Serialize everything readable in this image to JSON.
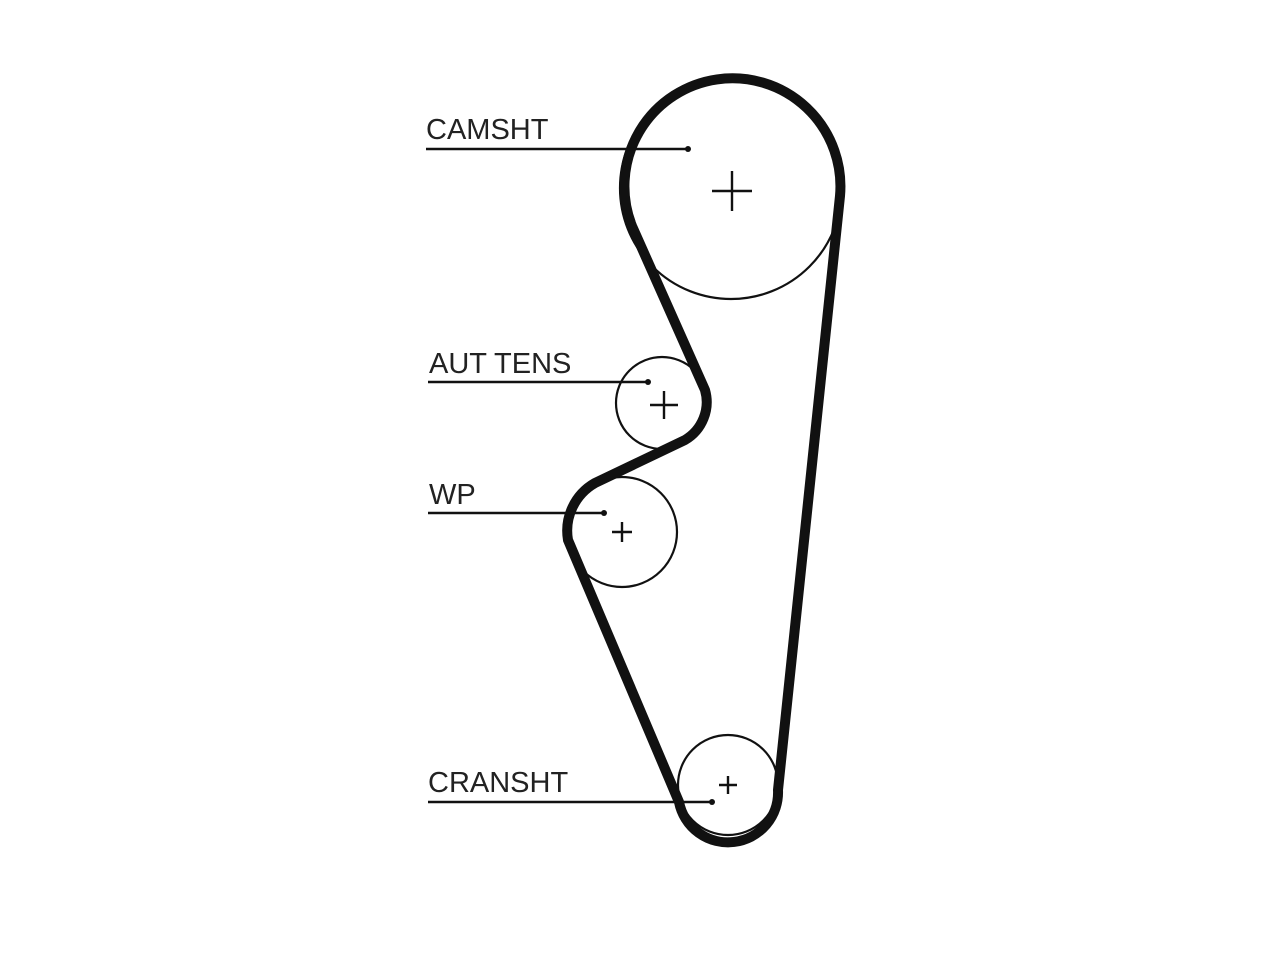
{
  "diagram": {
    "colors": {
      "belt": "#111111",
      "pulley_outline": "#111111",
      "label_text": "#222222",
      "background": "#ffffff"
    },
    "components": [
      {
        "id": "camshaft",
        "label": "CAMSHT"
      },
      {
        "id": "tensioner",
        "label": "AUT TENS"
      },
      {
        "id": "water_pump",
        "label": "WP"
      },
      {
        "id": "crankshaft",
        "label": "CRANSHT"
      }
    ]
  }
}
